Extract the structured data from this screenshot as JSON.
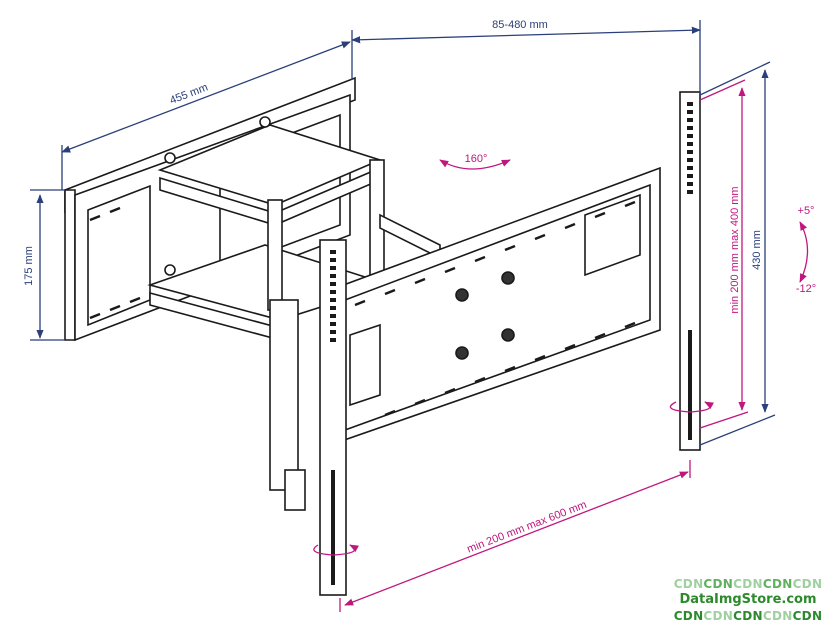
{
  "dimensions": {
    "depth": "85-480 mm",
    "wall_plate_width": "455 mm",
    "wall_plate_height": "175 mm",
    "swivel": "160°",
    "tilt_up": "+5°",
    "tilt_down": "-12°",
    "total_height": "430 mm",
    "vesa_vertical": "min 200 mm max 400 mm",
    "vesa_horizontal": "min 200 mm max 600 mm"
  },
  "colors": {
    "line": "#1a1a1a",
    "dimension": "#2b3f7a",
    "range": "#c0177f"
  },
  "watermark": {
    "line1": [
      "CDN",
      "CDN",
      "CDN",
      "CDN",
      "CDN"
    ],
    "line2": "DataImgStore.com",
    "line3": [
      "CDN",
      "CDN",
      "CDN",
      "CDN",
      "CDN"
    ]
  }
}
